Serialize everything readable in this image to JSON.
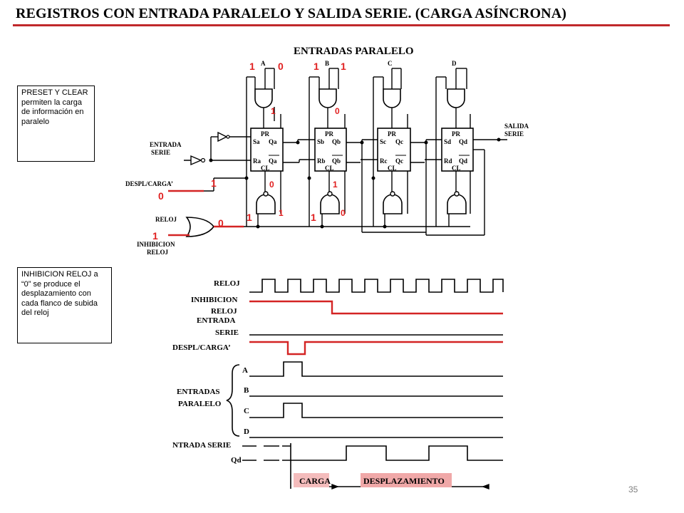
{
  "title": "REGISTROS CON ENTRADA PARALELO Y SALIDA SERIE. (CARGA ASÍNCRONA)",
  "page_number": "35",
  "notes": {
    "preset_clear": "PRESET Y CLEAR permiten la carga de información en paralelo",
    "inhibicion": "INHIBICION RELOJ a “0” se produce el desplazamiento con cada flanco de subida del reloj"
  },
  "circuit": {
    "header": "ENTRADAS PARALELO",
    "inputs": [
      "A",
      "B",
      "C",
      "D"
    ],
    "salida_serie": [
      "SALIDA",
      "SERIE"
    ],
    "entrada_serie": [
      "ENTRADA",
      "SERIE"
    ],
    "despl_carga": "DESPL/CARGA’",
    "reloj": "RELOJ",
    "inhibicion_reloj": [
      "INHIBICION",
      "RELOJ"
    ],
    "flipflops": [
      {
        "pr": "PR",
        "s": "Sa",
        "q": "Qa",
        "r": "Ra",
        "qn": "Qa",
        "cl": "CL"
      },
      {
        "pr": "PR",
        "s": "Sb",
        "q": "Qb",
        "r": "Rb",
        "qn": "Qb",
        "cl": "CL"
      },
      {
        "pr": "PR",
        "s": "Sc",
        "q": "Qc",
        "r": "Rc",
        "qn": "Qc",
        "cl": "CL"
      },
      {
        "pr": "PR",
        "s": "Sd",
        "q": "Qd",
        "r": "Rd",
        "qn": "Qd",
        "cl": "CL"
      }
    ],
    "logic_values": {
      "a_in_left": "1",
      "a_in_right": "0",
      "b_in_left": "1",
      "b_in_right": "1",
      "and_a_out": "1",
      "and_b_out": "0",
      "despl_high": "1",
      "despl_low": "0",
      "or_out": "0",
      "inhib_in": "1",
      "nand_a_top": "0",
      "nand_b_top": "1",
      "nand_a_left": "1",
      "nand_a_right": "1",
      "nand_b_left": "1",
      "nand_b_right": "0"
    }
  },
  "timing": {
    "signals": [
      "RELOJ",
      "INHIBICION",
      "RELOJ",
      "ENTRADA",
      "SERIE",
      "DESPL/CARGA’"
    ],
    "group_label": [
      "ENTRADAS",
      "PARALELO"
    ],
    "group_signals": [
      "A",
      "B",
      "C",
      "D"
    ],
    "entrada_serie_label": "NTRADA SERIE",
    "qd_label": "Qd",
    "carga_label": "CARGA",
    "desplazamiento_label": "DESPLAZAMIENTO",
    "colors": {
      "highlight_red": "#d42424",
      "carga_bg": "#f4bcbc",
      "despl_bg": "#f0a8a8"
    }
  }
}
